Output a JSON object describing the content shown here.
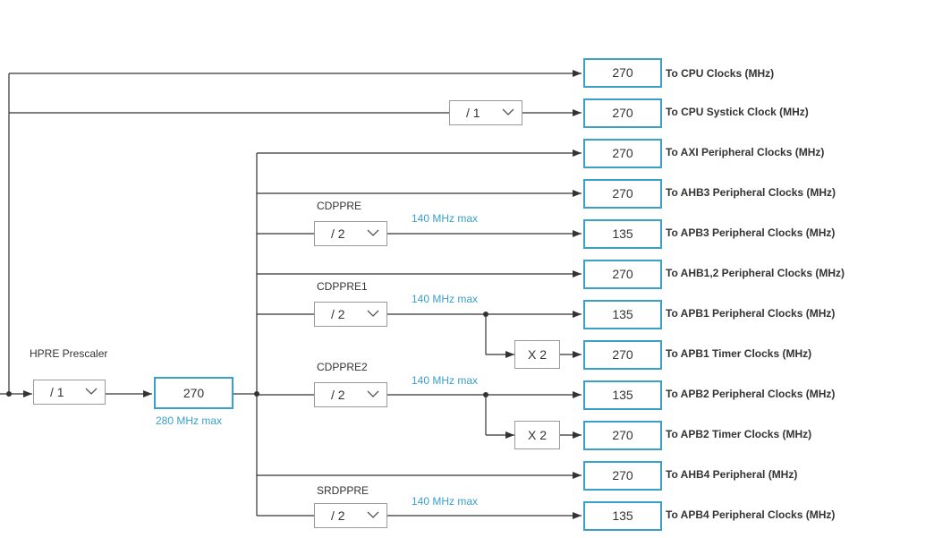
{
  "outputs": [
    {
      "value": "270",
      "label": "To CPU Clocks (MHz)"
    },
    {
      "value": "270",
      "label": "To CPU Systick Clock (MHz)"
    },
    {
      "value": "270",
      "label": "To AXI Peripheral Clocks (MHz)"
    },
    {
      "value": "270",
      "label": "To AHB3 Peripheral Clocks  (MHz)"
    },
    {
      "value": "135",
      "label": "To APB3 Peripheral Clocks (MHz)"
    },
    {
      "value": "270",
      "label": "To AHB1,2 Peripheral Clocks (MHz)"
    },
    {
      "value": "135",
      "label": "To APB1 Peripheral Clocks (MHz)"
    },
    {
      "value": "270",
      "label": "To APB1 Timer Clocks (MHz)"
    },
    {
      "value": "135",
      "label": "To APB2 Peripheral Clocks (MHz)"
    },
    {
      "value": "270",
      "label": "To APB2 Timer Clocks (MHz)"
    },
    {
      "value": "270",
      "label": "To AHB4 Peripheral (MHz)"
    },
    {
      "value": "135",
      "label": "To APB4 Peripheral Clocks (MHz)"
    }
  ],
  "hpre": {
    "label": "HPRE Prescaler",
    "value": "/ 1"
  },
  "hclk": {
    "value": "270",
    "max": "280 MHz max"
  },
  "systick_divider": {
    "value": "/ 1"
  },
  "cdppre": {
    "label": "CDPPRE",
    "value": "/ 2",
    "max": "140 MHz max"
  },
  "cdppre1": {
    "label": "CDPPRE1",
    "value": "/ 2",
    "max": "140 MHz max"
  },
  "cdppre2": {
    "label": "CDPPRE2",
    "value": "/ 2",
    "max": "140 MHz max"
  },
  "srdppre": {
    "label": "SRDPPRE",
    "value": "/ 2",
    "max": "140 MHz max"
  },
  "apb1_timer_mult": {
    "value": "X 2"
  },
  "apb2_timer_mult": {
    "value": "X 2"
  },
  "colors": {
    "accent": "#3aa0c9",
    "wire": "#333333",
    "border": "#999999"
  },
  "icons": {
    "dropdown": "chevron-down-icon"
  }
}
